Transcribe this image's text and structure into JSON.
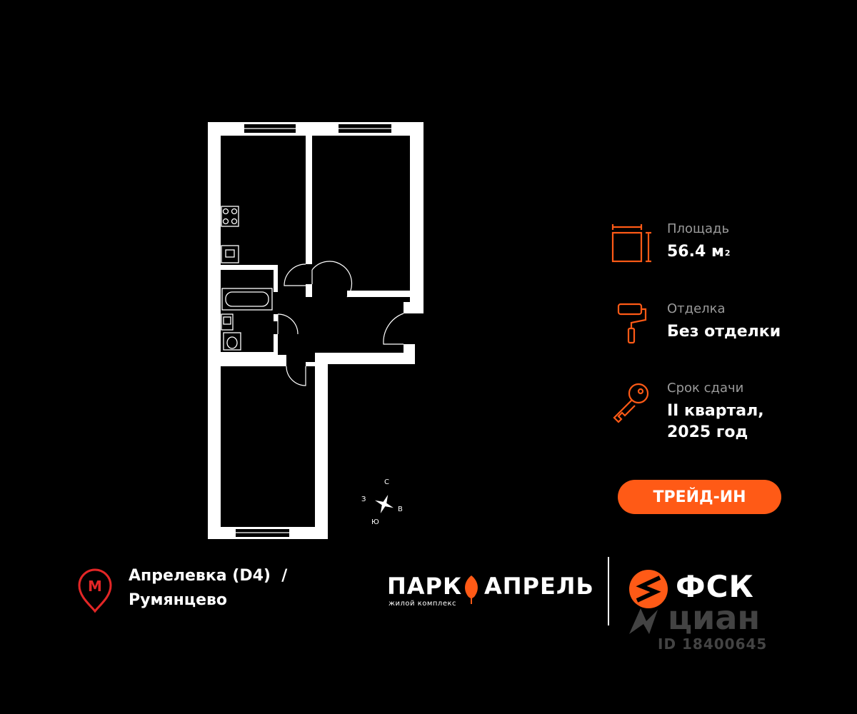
{
  "info": {
    "area_label": "Площадь",
    "area_value": "56.4 м",
    "area_unit_sup": "2",
    "finish_label": "Отделка",
    "finish_value": "Без отделки",
    "delivery_label": "Срок сдачи",
    "delivery_value_line1": "II квартал,",
    "delivery_value_line2": "2025 год"
  },
  "trade_in_label": "ТРЕЙД-ИН",
  "metro": {
    "line1": "Апрелевка (D4)  /",
    "line2": "Румянцево",
    "icon_letter": "M"
  },
  "compass": {
    "north": "С",
    "east": "В",
    "south": "Ю",
    "west": "З"
  },
  "park_logo": {
    "word1": "ПАРК",
    "word2": "АПРЕЛЬ",
    "subtitle": "жилой комплекс"
  },
  "fsk_logo": {
    "text": "ФСК"
  },
  "watermark": {
    "brand": "циан",
    "id_text": "ID 18400645"
  },
  "colors": {
    "accent": "#ff5a16",
    "metro_red": "#e32626",
    "background": "#000000",
    "text": "#ffffff",
    "label": "#9a9a9a"
  },
  "icons": {
    "area": "area-icon",
    "finish": "paint-roller-icon",
    "delivery": "key-icon",
    "metro": "metro-icon",
    "compass": "compass-icon"
  }
}
